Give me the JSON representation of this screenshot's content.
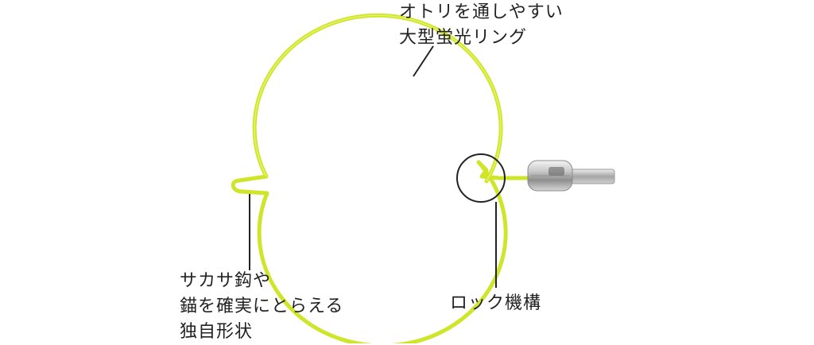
{
  "annotations": {
    "ring": {
      "line1": "オトリを通しやすい",
      "line2": "大型蛍光リング"
    },
    "hook": {
      "line1": "サカサ鈎や",
      "line2": "錨を確実にとらえる",
      "line3": "独自形状"
    },
    "lock": {
      "text": "ロック機構"
    }
  },
  "colors": {
    "ring": "#cfe52a",
    "ring_highlight": "#eaf67a",
    "leader_line": "#222222",
    "metal": "#b9b9b9",
    "text": "#222222"
  }
}
